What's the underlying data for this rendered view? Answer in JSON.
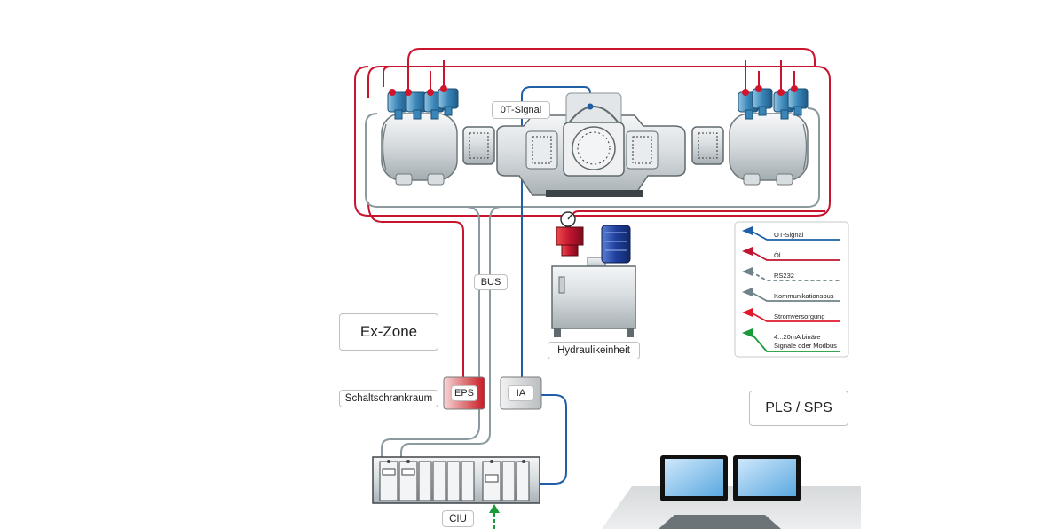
{
  "labels": {
    "ot_signal": "0T-Signal",
    "bus": "BUS",
    "ex_zone": "Ex-Zone",
    "schaltschrankraum": "Schaltschrankraum",
    "eps": "EPS",
    "ia": "IA",
    "hydraulikeinheit": "Hydraulikeinheit",
    "pls_sps": "PLS / SPS",
    "ciu": "CIU"
  },
  "legend": {
    "items": [
      {
        "label": "OT-Signal",
        "color": "#1f5fa8",
        "dashed": false
      },
      {
        "label": "Öl",
        "color": "#c0152f",
        "dashed": false
      },
      {
        "label": "RS232",
        "color": "#6e8387",
        "dashed": true
      },
      {
        "label": "Kommunikationsbus",
        "color": "#6e8387",
        "dashed": false
      },
      {
        "label": "Stromversorgung",
        "color": "#e0192b",
        "dashed": false
      },
      {
        "label": "4...20mA binäre",
        "label2": "Signale oder Modbus",
        "color": "#1a9a3a",
        "dashed": false
      }
    ]
  },
  "colors": {
    "oil": "#c0152f",
    "power": "#d42235",
    "signal": "#1f5fa8",
    "bus": "#8a9a9e",
    "green": "#1a9a3a",
    "machine_blue": "#3a86b8",
    "motor_blue": "#1e3f9c"
  },
  "icons": {
    "compressor": "compressor-icon",
    "hydraulic": "hydraulic-unit-icon",
    "rack": "rack-icon",
    "monitor": "monitor-icon"
  }
}
